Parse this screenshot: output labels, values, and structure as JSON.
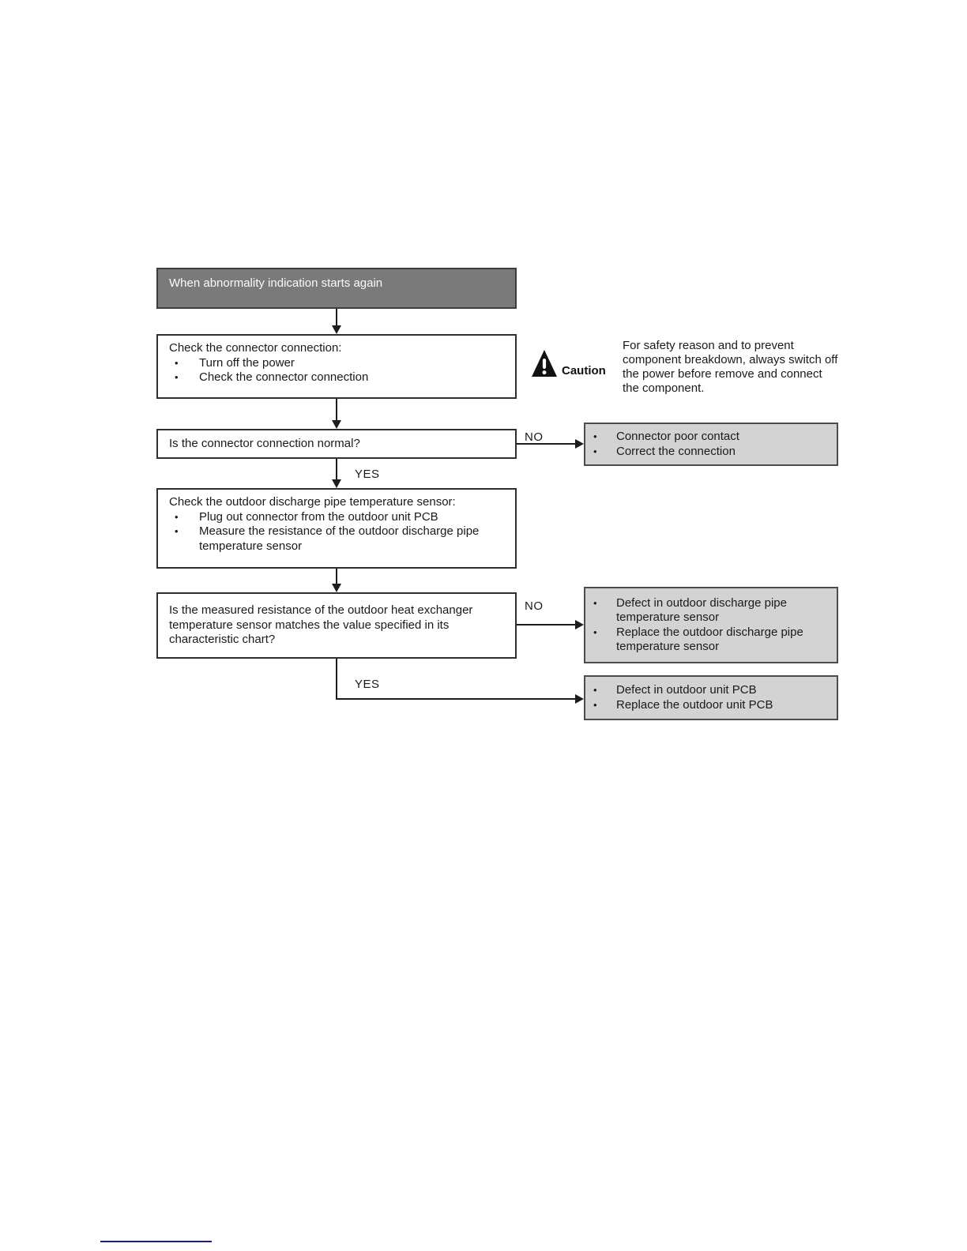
{
  "colors": {
    "dark_box_fill": "#7a7a7a",
    "gray_box_fill": "#d3d3d3",
    "box_border": "#2f2f2f",
    "line": "#1d1d1d",
    "footer_rule": "#1b1b8f"
  },
  "flowchart": {
    "bullet_char": "•",
    "labels": {
      "no": "NO",
      "yes": "YES"
    },
    "start": {
      "label": "When abnormality indication starts again"
    },
    "check_connector": {
      "heading": "Check the connector connection:",
      "bullets": [
        "Turn off the power",
        "Check the connector connection"
      ]
    },
    "caution": {
      "label": "Caution",
      "text": "For safety reason and to prevent component breakdown, always switch off the power before remove and connect the component."
    },
    "q_connector": {
      "text": "Is the connector connection normal?"
    },
    "result_connector": {
      "bullets": [
        "Connector poor contact",
        "Correct the connection"
      ]
    },
    "check_sensor": {
      "heading": "Check the outdoor discharge pipe temperature sensor:",
      "bullets": [
        "Plug out connector from the outdoor unit PCB",
        "Measure the resistance of the outdoor discharge pipe temperature sensor"
      ]
    },
    "q_resistance": {
      "text": "Is the measured resistance of the outdoor heat exchanger temperature sensor matches the value specified in its characteristic chart?"
    },
    "result_sensor": {
      "bullets": [
        "Defect in outdoor discharge pipe temperature sensor",
        "Replace the outdoor discharge pipe temperature sensor"
      ]
    },
    "result_pcb": {
      "bullets": [
        "Defect in outdoor unit PCB",
        "Replace the outdoor unit PCB"
      ]
    }
  }
}
